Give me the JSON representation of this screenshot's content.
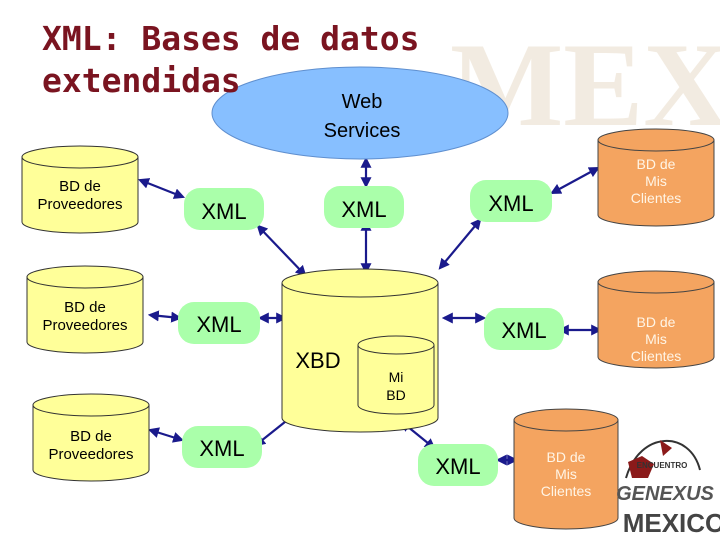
{
  "title_line1": "XML: Bases de datos",
  "title_line2": "extendidas",
  "web_services": [
    "Web",
    "Services"
  ],
  "central_db": "XBD",
  "mi_bd": [
    "Mi",
    "BD"
  ],
  "proveedores": [
    [
      "BD de",
      "Proveedores"
    ],
    [
      "BD de",
      "Proveedores"
    ],
    [
      "BD de",
      "Proveedores"
    ]
  ],
  "clientes": [
    [
      "BD de",
      "Mis",
      "Clientes"
    ],
    [
      "BD de",
      "Mis",
      "Clientes"
    ],
    [
      "BD de",
      "Mis",
      "Clientes"
    ]
  ],
  "xml": [
    "XML",
    "XML",
    "XML",
    "XML",
    "XML",
    "XML",
    "XML"
  ],
  "background_mark": "MEXICO",
  "logo": {
    "line1": "ENCUENTRO",
    "line2": "GENEXUS",
    "line3": "MEXICO"
  },
  "colors": {
    "title": "#7a1420",
    "provider_fill": "#ffff99",
    "client_fill": "#f4a460",
    "cloud_fill": "#87bfff",
    "xml_fill": "#aaffaa",
    "arrow": "#1a1a8c"
  }
}
